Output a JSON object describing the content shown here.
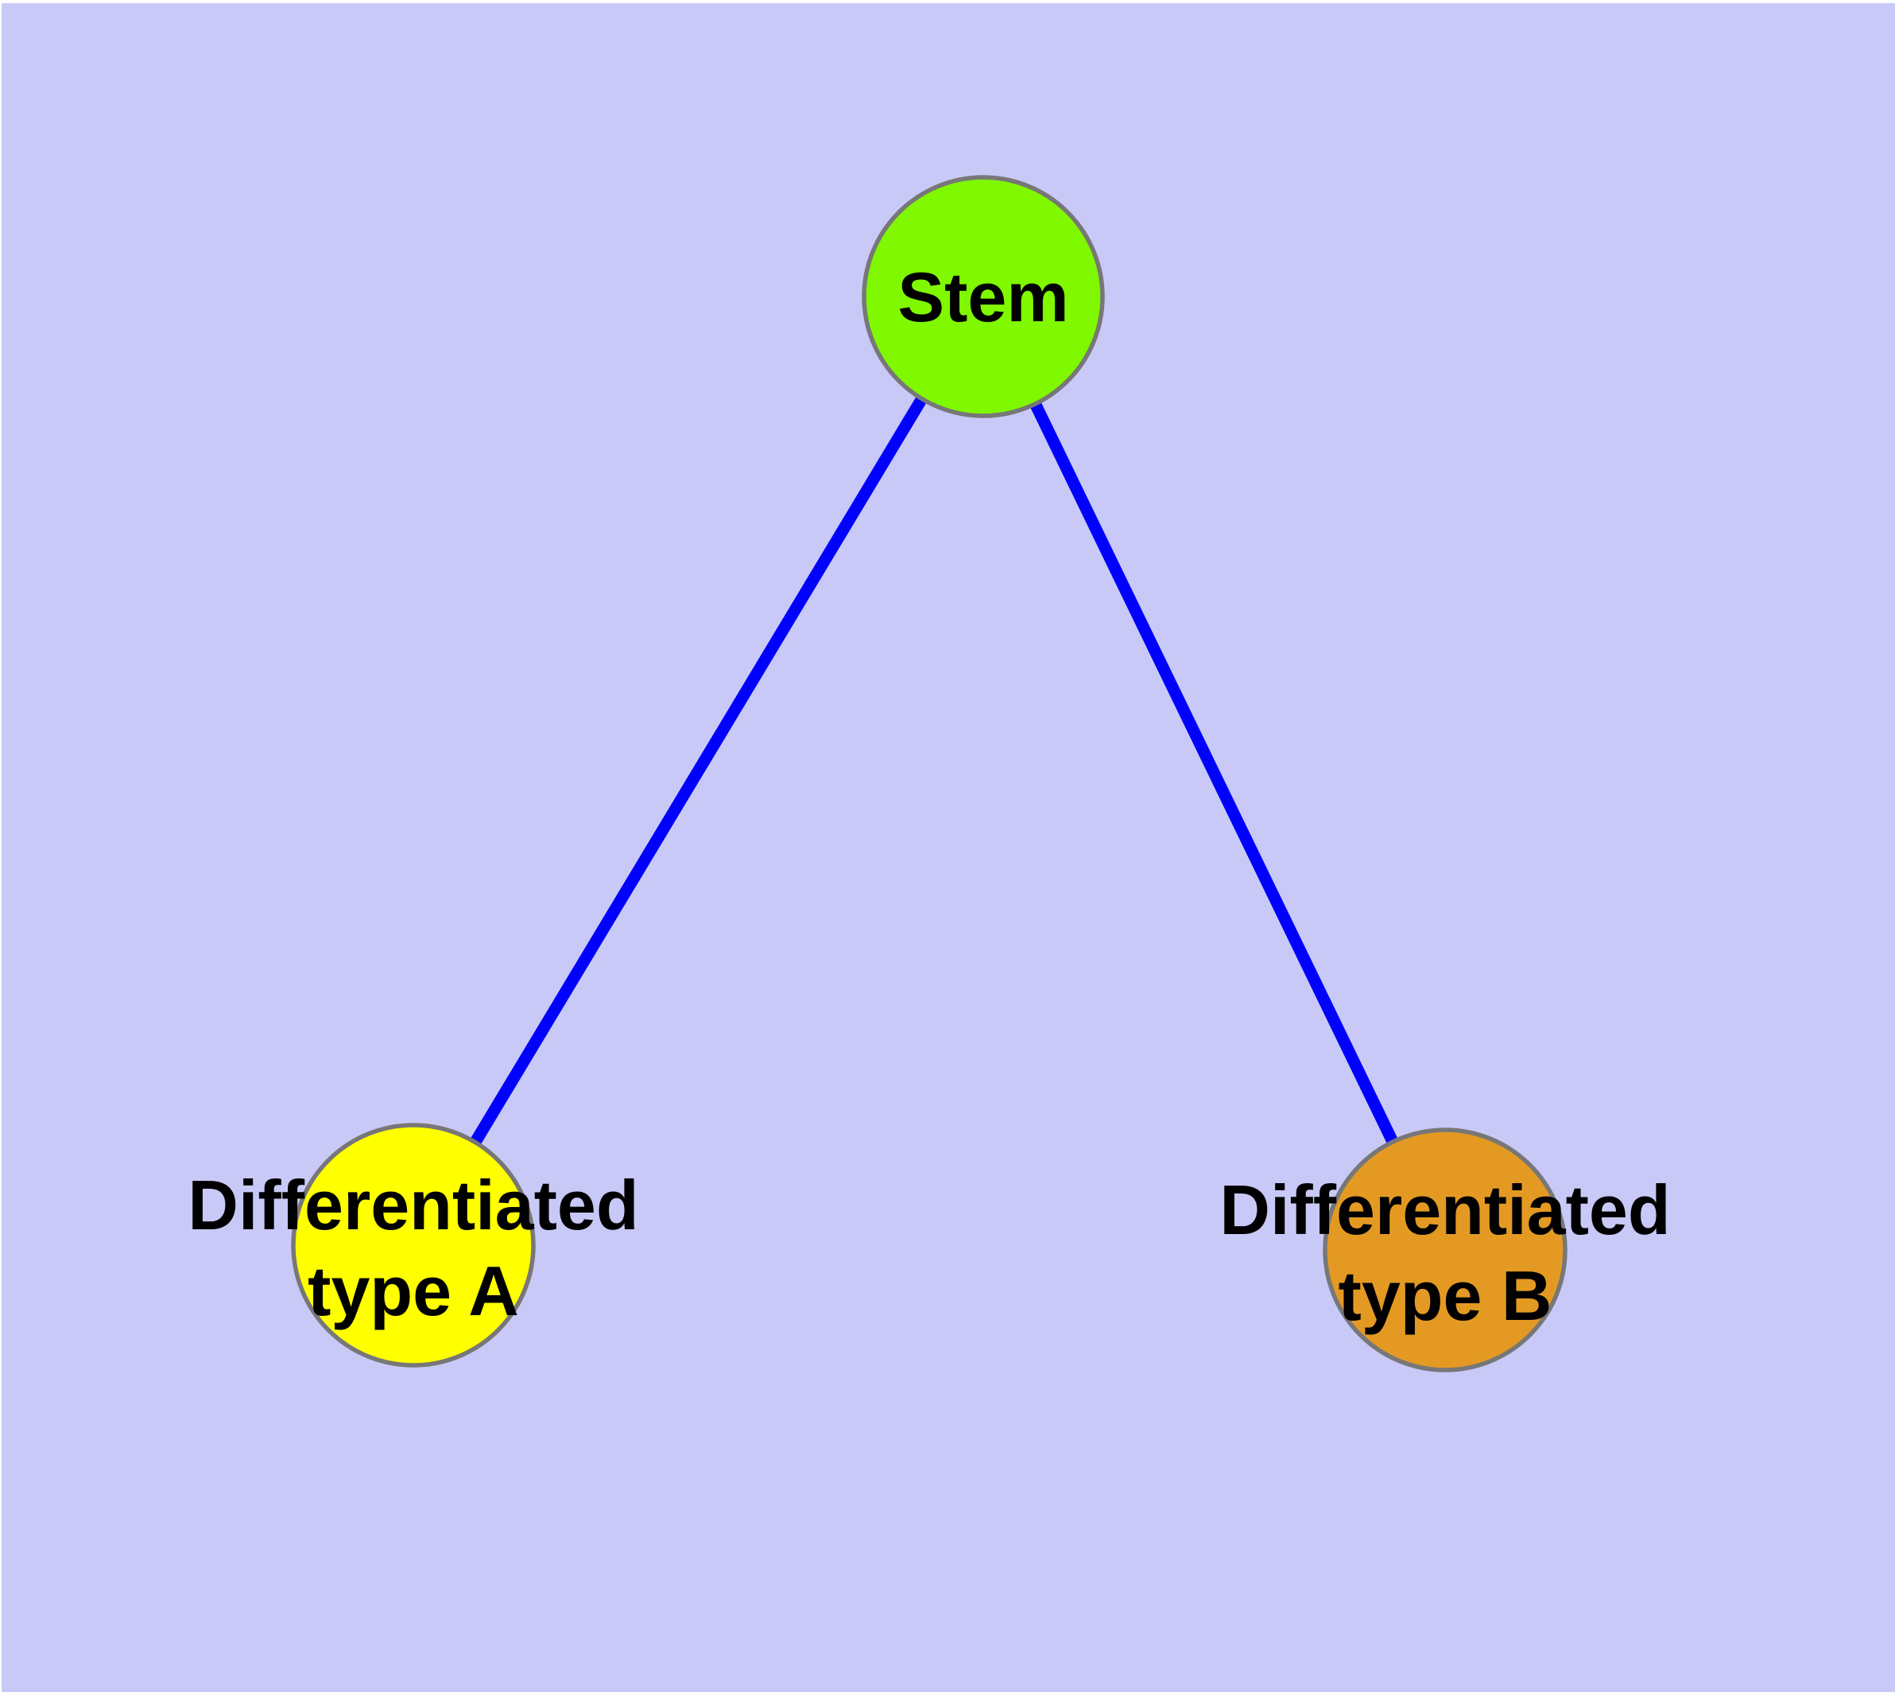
{
  "diagram": {
    "background_color": "#C9C9F8",
    "page_margin_color": "#FFFFFF",
    "edge_color": "#0000FF",
    "node_border_color": "#777777",
    "label_color": "#000000",
    "nodes": [
      {
        "id": "stem",
        "label": "Stem",
        "lines": [
          "Stem"
        ],
        "fill": "#7FF800"
      },
      {
        "id": "differentiated-type-a",
        "label": "Differentiated type A",
        "lines": [
          "Differentiated",
          "type A"
        ],
        "fill": "#FFFF00"
      },
      {
        "id": "differentiated-type-b",
        "label": "Differentiated type B",
        "lines": [
          "Differentiated",
          "type B"
        ],
        "fill": "#E49A22"
      }
    ],
    "edges": [
      {
        "from": "stem",
        "to": "differentiated-type-a"
      },
      {
        "from": "stem",
        "to": "differentiated-type-b"
      }
    ]
  }
}
